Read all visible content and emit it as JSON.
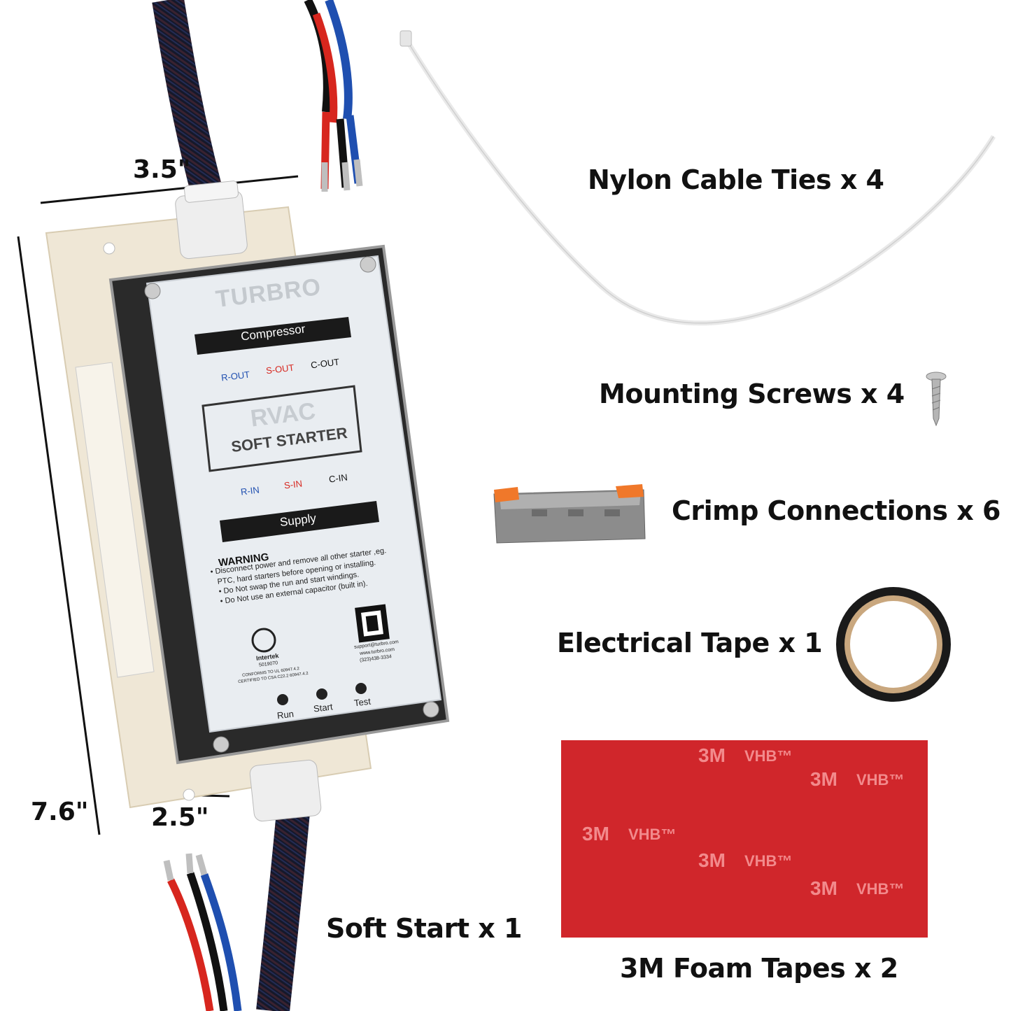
{
  "dimensions": {
    "width": "3.5\"",
    "height": "7.6\"",
    "depth": "2.5\""
  },
  "device": {
    "brand": "TURBRO",
    "compressor_label": "Compressor",
    "supply_label": "Supply",
    "title_line1": "RVAC",
    "title_line2": "SOFT STARTER",
    "terminals_out": [
      "R-OUT",
      "S-OUT",
      "C-OUT"
    ],
    "terminals_in": [
      "R-IN",
      "S-IN",
      "C-IN"
    ],
    "warning_title": "WARNING",
    "warning_lines": [
      "• Disconnect power and remove all other starter ,eg.",
      "PTC, hard starters before opening or installing.",
      "• Do Not swap the run and start windings.",
      "• Do Not use an external capacitor (built in)."
    ],
    "cert_name": "Intertek",
    "cert_number": "5019070",
    "cert_lines": [
      "CONFORMS TO UL 60947.4.2",
      "CERTIFIED TO CSA C22.2 60947.4.2"
    ],
    "support_lines": [
      "support@turbro.com",
      "www.turbro.com",
      "(323)438-3334"
    ],
    "leds": [
      "Run",
      "Start",
      "Test"
    ]
  },
  "items": [
    {
      "label": "Nylon Cable Ties x 4"
    },
    {
      "label": "Mounting Screws x 4"
    },
    {
      "label": "Crimp Connections x 6"
    },
    {
      "label": "Electrical Tape x 1"
    },
    {
      "label": "3M Foam Tapes x 2"
    },
    {
      "label": "Soft Start x 1"
    }
  ],
  "foam_tape": {
    "brand": "3M",
    "product": "VHB™",
    "color": "#d0262b"
  },
  "colors": {
    "wire_red": "#d7261e",
    "wire_blue": "#1f4fb0",
    "wire_black": "#111111",
    "label_bar": "#1a1a1a"
  }
}
